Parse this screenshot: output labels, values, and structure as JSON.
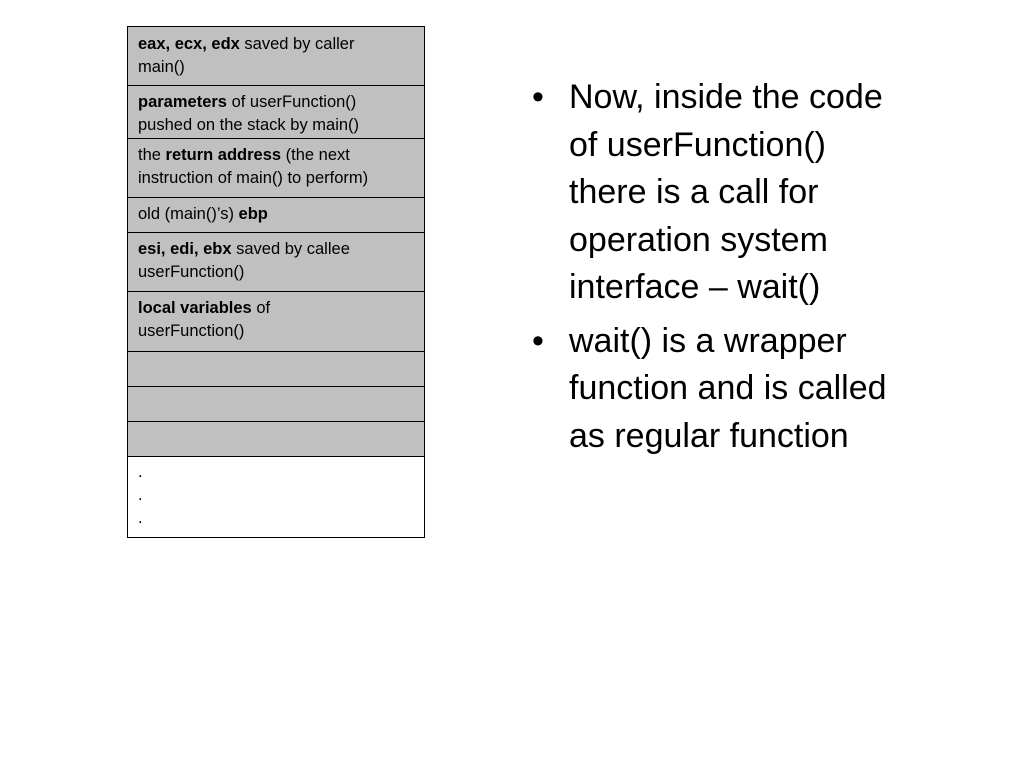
{
  "stack": {
    "rows": [
      {
        "bold": "eax, ecx, edx",
        "text": " saved by caller",
        "line2": "main()"
      },
      {
        "bold": "parameters",
        "text": " of userFunction()",
        "line2": "pushed on the stack by main()"
      },
      {
        "pre": "the ",
        "bold": "return address",
        "text": " (the next",
        "line2": "instruction of main() to perform)"
      },
      {
        "pre": "old (main()’s) ",
        "bold": "ebp"
      },
      {
        "bold": "esi, edi, ebx",
        "text": " saved by callee",
        "line2": "userFunction()"
      },
      {
        "bold": "local variables",
        "text": " of",
        "line2": "userFunction()"
      }
    ],
    "dots": [
      ".",
      ".",
      "."
    ]
  },
  "bullets": [
    {
      "marker": "•",
      "lines": [
        "Now, inside the code",
        "of userFunction()",
        "there is a call for",
        "operation system",
        "interface – wait()"
      ]
    },
    {
      "marker": "•",
      "lines": [
        "wait() is a wrapper",
        "function and is called",
        "as regular function"
      ]
    }
  ]
}
